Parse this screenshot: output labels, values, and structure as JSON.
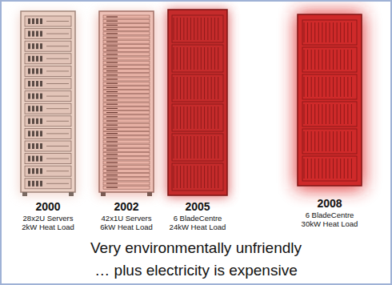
{
  "diagram": {
    "caption": "Very environmentally unfriendly … plus electricity is expensive",
    "labels": [
      "2000",
      "28x2U Servers 2kW Heat Load",
      "2002",
      "42x1U Servers 6kW Heat Load",
      "2005",
      "6 BladeCentre 24kW Heat Load",
      "2008",
      "6 BladeCentre 30kW Heat Load"
    ]
  }
}
